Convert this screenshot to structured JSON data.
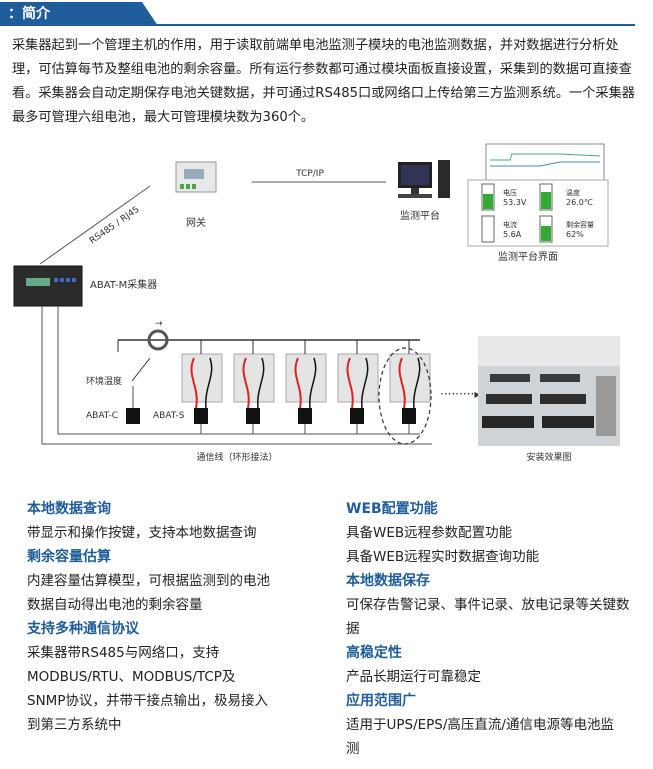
{
  "header": {
    "title": "：简介"
  },
  "intro": "采集器起到一个管理主机的作用，用于读取前端单电池监测子模块的电池监测数据，并对数据进行分析处理，可估算每节及整组电池的剩余容量。所有运行参数都可通过模块面板直接设置，采集到的数据可直接查看。采集器会自动定期保存电池关键数据，并可通过RS485口或网络口上传给第三方监测系统。一个采集器最多可管理六组电池，最大可管理模块数为360个。",
  "diagram": {
    "tcpip": "TCP/IP",
    "rs485": "RS485 / RJ45",
    "gateway": "网关",
    "monitor": "监测平台",
    "monitor_ui": "监测平台界面",
    "collector": "ABAT-M采集器",
    "env_temp": "环境温度",
    "abat_c": "ABAT-C",
    "abat_s": "ABAT-S",
    "comm_line": "通信线（环形接法）",
    "install": "安装效果图",
    "tiles": [
      {
        "label": "电压",
        "value": "53.3V"
      },
      {
        "label": "温度",
        "value": "26.0℃"
      },
      {
        "label": "电流",
        "value": "5.6A"
      },
      {
        "label": "剩余容量",
        "value": "62%"
      }
    ]
  },
  "features_left": [
    {
      "title": "本地数据查询",
      "lines": [
        "带显示和操作按键，支持本地数据查询"
      ]
    },
    {
      "title": "剩余容量估算",
      "lines": [
        "内建容量估算模型，可根据监测到的电池",
        "数据自动得出电池的剩余容量"
      ]
    },
    {
      "title": "支持多种通信协议",
      "lines": [
        "采集器带RS485与网络口，支持",
        "MODBUS/RTU、MODBUS/TCP及",
        "SNMP协议，并带干接点输出，极易接入",
        "到第三方系统中"
      ]
    }
  ],
  "features_right": [
    {
      "title": "WEB配置功能",
      "lines": [
        "具备WEB远程参数配置功能",
        "具备WEB远程实时数据查询功能"
      ]
    },
    {
      "title": "本地数据保存",
      "lines": [
        "可保存告警记录、事件记录、放电记录等关键数",
        "据"
      ]
    },
    {
      "title": "高稳定性",
      "lines": [
        "产品长期运行可靠稳定"
      ]
    },
    {
      "title": "应用范围广",
      "lines": [
        "适用于UPS/EPS/高压直流/通信电源等电池监",
        "测"
      ]
    }
  ]
}
